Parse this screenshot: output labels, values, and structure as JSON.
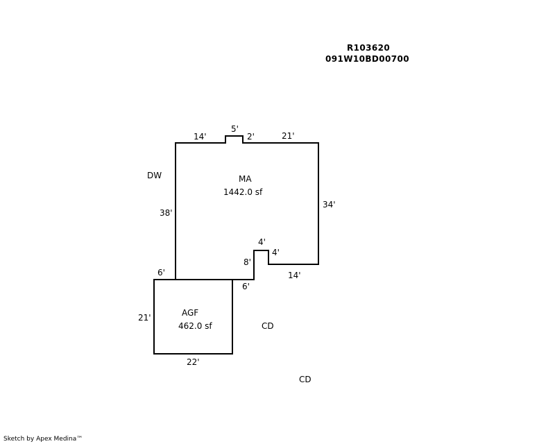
{
  "header": {
    "parcel_id": "R103620",
    "map_taxlot": "091W10BD00700"
  },
  "areas": {
    "main": {
      "code": "MA",
      "area": "1442.0 sf"
    },
    "garage": {
      "code": "AGF",
      "area": "462.0 sf"
    }
  },
  "features": {
    "driveway": "DW",
    "deck_1": "CD",
    "deck_2": "CD"
  },
  "dimensions": {
    "top_left": "14'",
    "bump_width": "5'",
    "bump_right": "2'",
    "top_right": "21'",
    "right_side": "34'",
    "left_side": "38'",
    "notch_top": "4'",
    "notch_right": "4'",
    "notch_left": "8'",
    "bottom_right": "14'",
    "garage_top_left": "6'",
    "garage_top_right": "6'",
    "garage_left": "21'",
    "garage_bottom": "22'"
  },
  "footer": {
    "credit": "Sketch by Apex Medina™"
  }
}
